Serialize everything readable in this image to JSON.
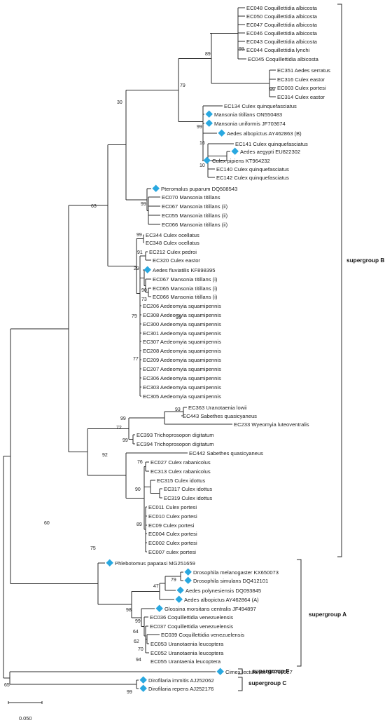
{
  "taxa": [
    {
      "label": "EC048 Coquillettidia albicosta",
      "marker": false
    },
    {
      "label": "EC050 Coquillettidia albicosta",
      "marker": false
    },
    {
      "label": "EC047 Coquillettidia albicosta",
      "marker": false
    },
    {
      "label": "EC046 Coquillettidia albicosta",
      "marker": false
    },
    {
      "label": "EC043 Coquillettidia albicosta",
      "marker": false
    },
    {
      "label": "EC044 Coquillettidia lynchi",
      "marker": false
    },
    {
      "label": "EC045 Coquillettidia albicosta",
      "marker": false
    },
    {
      "label": "EC351 Aedes serratus",
      "marker": false
    },
    {
      "label": "EC316 Culex eastor",
      "marker": false
    },
    {
      "label": "EC003 Culex portesi",
      "marker": false
    },
    {
      "label": "EC314 Culex eastor",
      "marker": false
    },
    {
      "label": "EC134 Culex quinquefasciatus",
      "marker": false
    },
    {
      "label": "Mansonia titillans ON550483",
      "marker": true
    },
    {
      "label": "Mansonia uniformis JF703674",
      "marker": true
    },
    {
      "label": "Aedes albopictus AY462863 (B)",
      "marker": true
    },
    {
      "label": "EC141 Culex quinquefasciatus",
      "marker": false
    },
    {
      "label": "Aedes aegypti EU822302",
      "marker": true
    },
    {
      "label": "Culex pipiens KT964232",
      "marker": true
    },
    {
      "label": "EC140 Culex quinquefasciatus",
      "marker": false
    },
    {
      "label": "EC142 Culex quinquefasciatus",
      "marker": false
    },
    {
      "label": "Pteromalus puparum DQ508543",
      "marker": true
    },
    {
      "label": "EC070 Mansonia titillans",
      "marker": false
    },
    {
      "label": "EC067 Mansonia titillans (ii)",
      "marker": false
    },
    {
      "label": "EC055 Mansonia titillans (ii)",
      "marker": false
    },
    {
      "label": "EC066 Mansonia titillans (ii)",
      "marker": false
    },
    {
      "label": "EC344 Culex ocellatus",
      "marker": false
    },
    {
      "label": "EC348 Culex ocellatus",
      "marker": false
    },
    {
      "label": "EC212 Culex pedroi",
      "marker": false
    },
    {
      "label": "EC320 Culex eastor",
      "marker": false
    },
    {
      "label": "Aedes fluviatilis KF898395",
      "marker": true
    },
    {
      "label": "EC067 Mansonia titillans (i)",
      "marker": false
    },
    {
      "label": "EC065 Mansonia titillans (i)",
      "marker": false
    },
    {
      "label": "EC066 Mansonia titillans (i)",
      "marker": false
    },
    {
      "label": "EC206 Aedeomyia squamipennis",
      "marker": false
    },
    {
      "label": "EC308 Aedeomyia squamipennis",
      "marker": false
    },
    {
      "label": "EC300 Aedeomyia squamipennis",
      "marker": false
    },
    {
      "label": "EC301 Aedeomyia squamipennis",
      "marker": false
    },
    {
      "label": "EC307 Aedeomyia squamipennis",
      "marker": false
    },
    {
      "label": "EC208 Aedeomyia squamipennis",
      "marker": false
    },
    {
      "label": "EC209 Aedeomyia squamipennis",
      "marker": false
    },
    {
      "label": "EC207 Aedeomyia squamipennis",
      "marker": false
    },
    {
      "label": "EC306 Aedeomyia squamipennis",
      "marker": false
    },
    {
      "label": "EC303 Aedeomyia squamipennis",
      "marker": false
    },
    {
      "label": "EC305 Aedeomyia squamipennis",
      "marker": false
    },
    {
      "label": "EC363 Uranotaenia lowii",
      "marker": false
    },
    {
      "label": "EC443 Sabethes quasicyaneus",
      "marker": false
    },
    {
      "label": "EC233 Wyeomyia luteoventralis",
      "marker": false
    },
    {
      "label": "EC393 Trichoprosopon digitatum",
      "marker": false
    },
    {
      "label": "EC394 Trichoprosopon digitatum",
      "marker": false
    },
    {
      "label": "EC442 Sabethes quasicyaneus",
      "marker": false
    },
    {
      "label": "EC027 Culex rabanicolus",
      "marker": false
    },
    {
      "label": "EC313 Culex rabanicolus",
      "marker": false
    },
    {
      "label": "EC315 Culex idottus",
      "marker": false
    },
    {
      "label": "EC317 Culex idottus",
      "marker": false
    },
    {
      "label": "EC319 Culex idottus",
      "marker": false
    },
    {
      "label": "EC011 Culex portesi",
      "marker": false
    },
    {
      "label": "EC010 Culex portesi",
      "marker": false
    },
    {
      "label": "EC09 Culex portesi",
      "marker": false
    },
    {
      "label": "EC004 Culex portesi",
      "marker": false
    },
    {
      "label": "EC002 Culex portesi",
      "marker": false
    },
    {
      "label": "EC007 culex portesi",
      "marker": false
    },
    {
      "label": "Phlebotomus papatasi MG251659",
      "marker": true
    },
    {
      "label": "Drosophila melanogaster KX650073",
      "marker": true
    },
    {
      "label": "Drosophila simulans DQ412101",
      "marker": true
    },
    {
      "label": "Aedes polynesiensis DQ093845",
      "marker": true
    },
    {
      "label": "Aedes albopictus AY462864 (A)",
      "marker": true
    },
    {
      "label": "Glossina morsitans centralis JF494897",
      "marker": true
    },
    {
      "label": "EC036 Coquillettidia venezuelensis",
      "marker": false
    },
    {
      "label": "EC037 Coquillettidia venezuelensis",
      "marker": false
    },
    {
      "label": "EC039 Coquillettidia venezuelensis",
      "marker": false
    },
    {
      "label": "EC053 Uranotaenia leucoptera",
      "marker": false
    },
    {
      "label": "EC052 Uranotaenia leucoptera",
      "marker": false
    },
    {
      "label": "EC055 Urantaenia leucoptera",
      "marker": false
    },
    {
      "label": "Cimex lectularius KR706527",
      "marker": true
    },
    {
      "label": "Dirofilaria immitis AJ252062",
      "marker": true
    },
    {
      "label": "Dirofilaria repens AJ252176",
      "marker": true
    }
  ],
  "bootstrap": [
    "99",
    "89",
    "79",
    "99",
    "99",
    "16",
    "10",
    "30",
    "99",
    "63",
    "99",
    "91",
    "29",
    "90",
    "73",
    "79",
    "77",
    "99",
    "93",
    "99",
    "72",
    "99",
    "92",
    "76",
    "90",
    "89",
    "75",
    "47",
    "79",
    "98",
    "99",
    "64",
    "62",
    "70",
    "94",
    "60",
    "65",
    "99"
  ],
  "groups": [
    {
      "label": "supergroup B"
    },
    {
      "label": "supergroup A"
    },
    {
      "label": "supergroup F"
    },
    {
      "label": "supergroup C"
    }
  ],
  "scale": {
    "label": "0.050"
  },
  "colors": {
    "marker": "#29a8e0",
    "line": "#2b2b2b"
  }
}
